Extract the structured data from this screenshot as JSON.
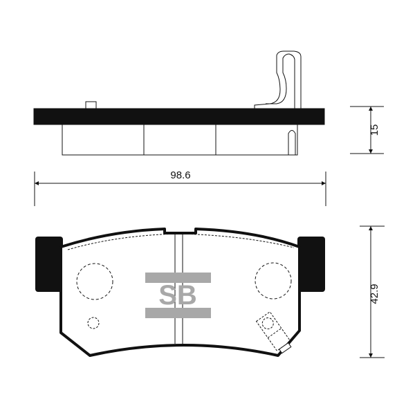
{
  "drawing": {
    "width_dimension": "98.6",
    "thickness_dimension": "15",
    "height_dimension": "42.9",
    "logo_text": "SB"
  },
  "colors": {
    "line": "#111111",
    "logo_gray": "#a8a8a8"
  }
}
